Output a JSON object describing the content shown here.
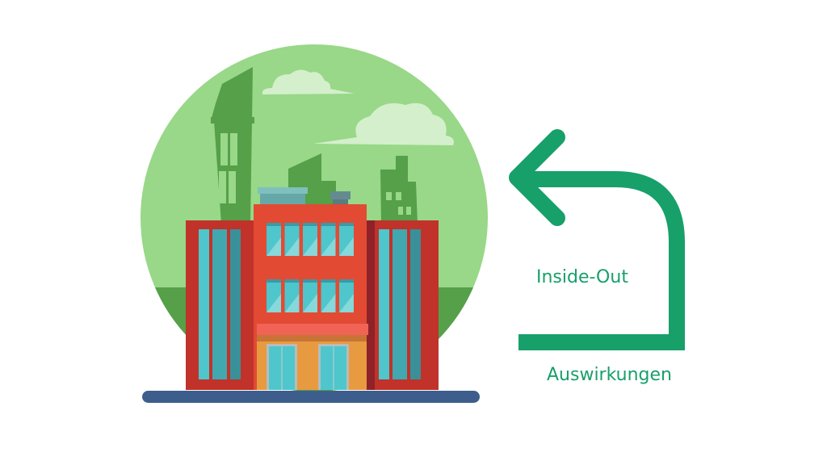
{
  "labels": {
    "inside_out": "Inside-Out",
    "auswirkungen": "Auswirkungen"
  },
  "colors": {
    "accent_green": "#17a06a",
    "sky_green": "#98d888",
    "dark_green": "#55a048",
    "cloud": "#d4efcc",
    "building_red": "#e34a33",
    "wing_red": "#c0322a",
    "shadow_red": "#8e2228",
    "window_teal": "#4ec6cc",
    "door_orange": "#e89a40",
    "ground_blue": "#3d5e8c"
  },
  "icons": {
    "arrow": "curved-return-arrow-icon",
    "illustration": "office-building-illustration"
  }
}
